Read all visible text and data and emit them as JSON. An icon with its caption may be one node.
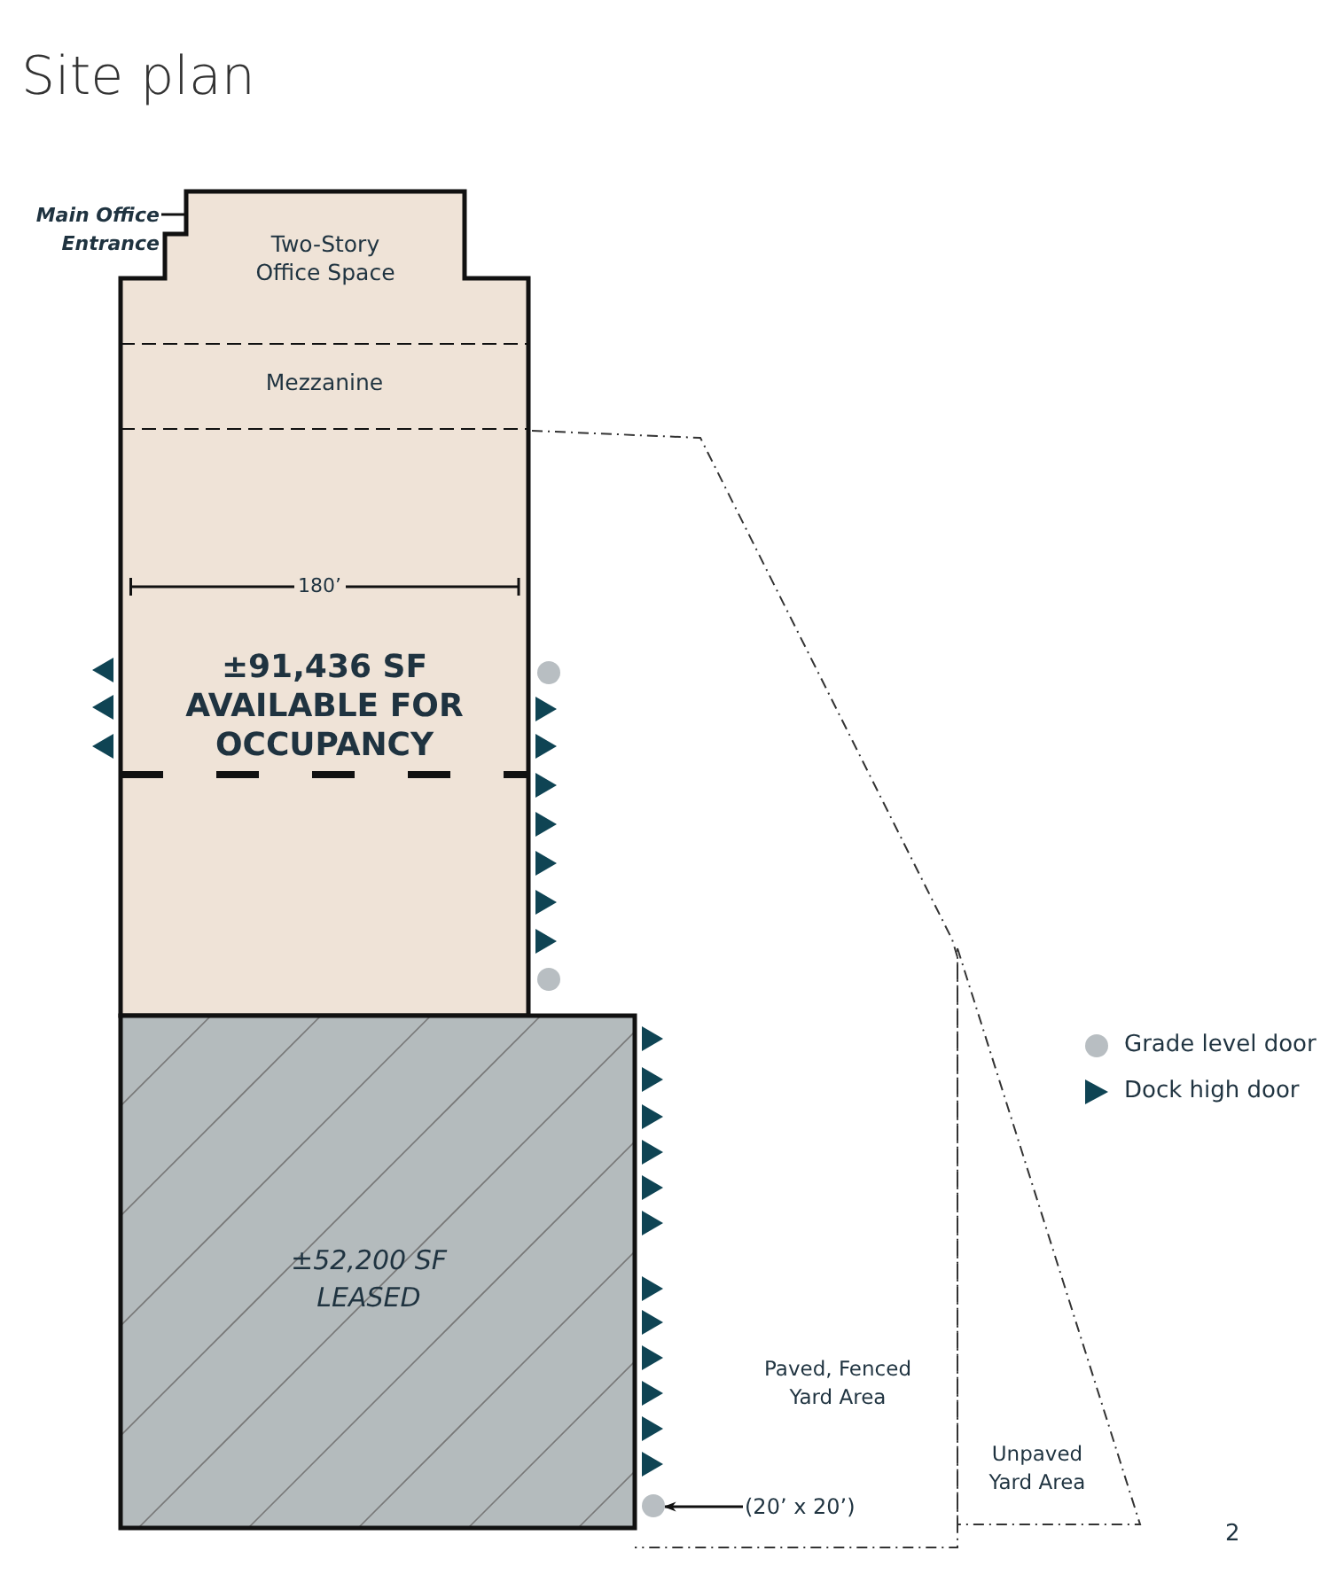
{
  "diagram": {
    "title": "Site plan",
    "nodes": [
      {
        "text": [
          "Main Office Entrance"
        ]
      },
      {
        "text": [],
        "shape": "box"
      },
      {
        "text": [
          "Two-Story Office Space"
        ],
        "in": 1
      },
      {
        "text": [
          "Mezzanine"
        ],
        "in": 1
      },
      {
        "text": [
          "±91,436 SF AVAILABLE FOR OCCUPANCY"
        ],
        "in": 1
      },
      {
        "text": [
          "±52,200 SF LEASED"
        ]
      },
      {
        "text": [
          "Paved, Fenced Yard Area"
        ]
      },
      {
        "text": [
          "Unpaved Yard Area"
        ]
      },
      {
        "text": [],
        "shape": "circle"
      },
      {
        "text": [
          "(20’ x 20’)"
        ]
      }
    ],
    "edges": [
      {
        "from": 0,
        "to": 1,
        "arrow": "none"
      },
      {
        "from": 9,
        "to": 8,
        "arrow": "to"
      }
    ],
    "labels": [
      "180’",
      "2"
    ],
    "legend": [
      {
        "text": "Grade level door",
        "color": "#b8bec2"
      },
      {
        "text": "Dock high door",
        "color": "#0f4454"
      }
    ]
  }
}
